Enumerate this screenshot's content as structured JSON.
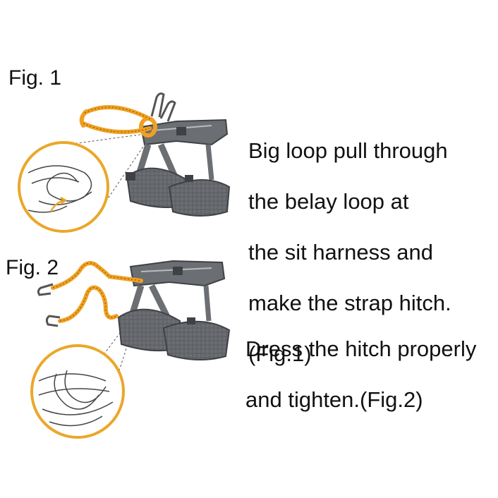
{
  "figures": [
    {
      "label": "Fig. 1",
      "instruction_lines": [
        "Big loop pull through",
        "the belay loop at",
        "the sit harness and",
        "make the strap hitch.",
        "(Fig.1)"
      ]
    },
    {
      "label": "Fig. 2",
      "instruction_lines": [
        "Dress the hitch properly",
        "and tighten.(Fig.2)"
      ]
    }
  ],
  "colors": {
    "lanyard": "#f0a020",
    "harness": "#6b6e73",
    "harness_dark": "#4a4c50",
    "circle": "#eaa72a",
    "text": "#111111"
  }
}
